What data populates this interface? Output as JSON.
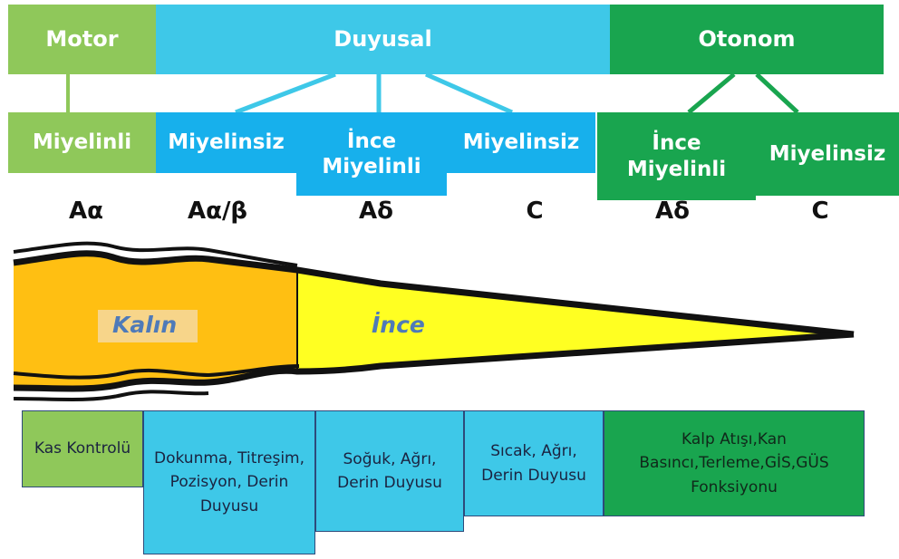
{
  "colors": {
    "motor": "#8fc85a",
    "sensory": "#3ec8e8",
    "sensory_dark": "#17b0ec",
    "autonomic": "#19a54f",
    "thick_fill": "#ffbf12",
    "thin_fill": "#ffff22",
    "label_bg": "#f7d58a"
  },
  "headers": {
    "motor": "Motor",
    "sensory": "Duyusal",
    "autonomic": "Otonom"
  },
  "fiber_groups": [
    {
      "label": "Miyelinli",
      "type": "Aα",
      "function": "Kas Kontrolü"
    },
    {
      "label": "Miyelinsiz",
      "type": "Aα/β",
      "function": "Dokunma, Titreşim, Pozisyon, Derin Duyusu"
    },
    {
      "label": "İnce Miyelinli",
      "type": "Aδ",
      "function": "Soğuk, Ağrı, Derin Duyusu"
    },
    {
      "label": "Miyelinsiz",
      "type": "C",
      "function": "Sıcak, Ağrı, Derin Duyusu"
    },
    {
      "label": "İnce Miyelinli",
      "type": "Aδ",
      "function": ""
    },
    {
      "label": "Miyelinsiz",
      "type": "C",
      "function": ""
    }
  ],
  "autonomic_function": "Kalp Atışı,Kan Basıncı,Terleme,GİS,GÜS Fonksiyonu",
  "nerve_labels": {
    "thick": "Kalın",
    "thin": "İnce"
  }
}
